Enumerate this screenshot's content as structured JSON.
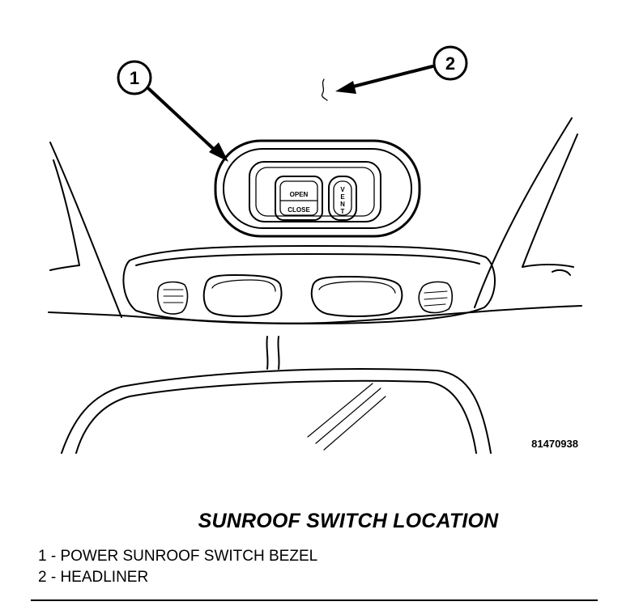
{
  "callouts": [
    {
      "number": "1"
    },
    {
      "number": "2"
    }
  ],
  "switch": {
    "open_label": "OPEN",
    "close_label": "CLOSE",
    "vent_letters": [
      "V",
      "E",
      "N",
      "T"
    ]
  },
  "figure_id": "81470938",
  "caption": {
    "title": "SUNROOF SWITCH LOCATION"
  },
  "legend": [
    {
      "text": "1 - POWER SUNROOF SWITCH BEZEL"
    },
    {
      "text": "2 - HEADLINER"
    }
  ]
}
